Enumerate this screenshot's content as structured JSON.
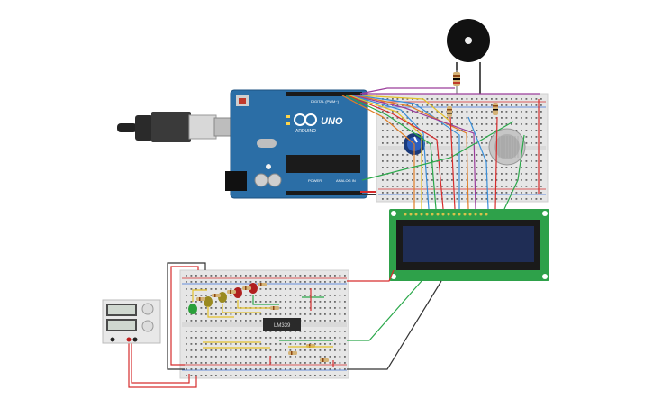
{
  "arduino": {
    "brand_label": "ARDUINO",
    "model_label": "UNO",
    "digital_label": "DIGITAL (PWM~)",
    "power_label": "POWER",
    "analog_label": "ANALOG IN"
  },
  "ic": {
    "label": "LM339"
  },
  "colors": {
    "arduino_board": "#2b6ea6",
    "breadboard": "#e6e6e6",
    "lcd_pcb": "#2ea14a",
    "lcd_screen": "#1f2d55",
    "wire_red": "#d62d2d",
    "wire_black": "#333333",
    "wire_green": "#2aa84a",
    "wire_yellow": "#e3c02a",
    "wire_blue": "#3a8fd9",
    "wire_purple": "#9b3d9b",
    "wire_orange": "#e07d25",
    "led_red": "#b01f1f",
    "led_yellow": "#9a8a20",
    "led_green": "#2aa03a"
  },
  "icons": [
    "usb-cable-icon",
    "buzzer-icon",
    "potentiometer-icon",
    "gas-sensor-icon",
    "power-supply-icon"
  ]
}
